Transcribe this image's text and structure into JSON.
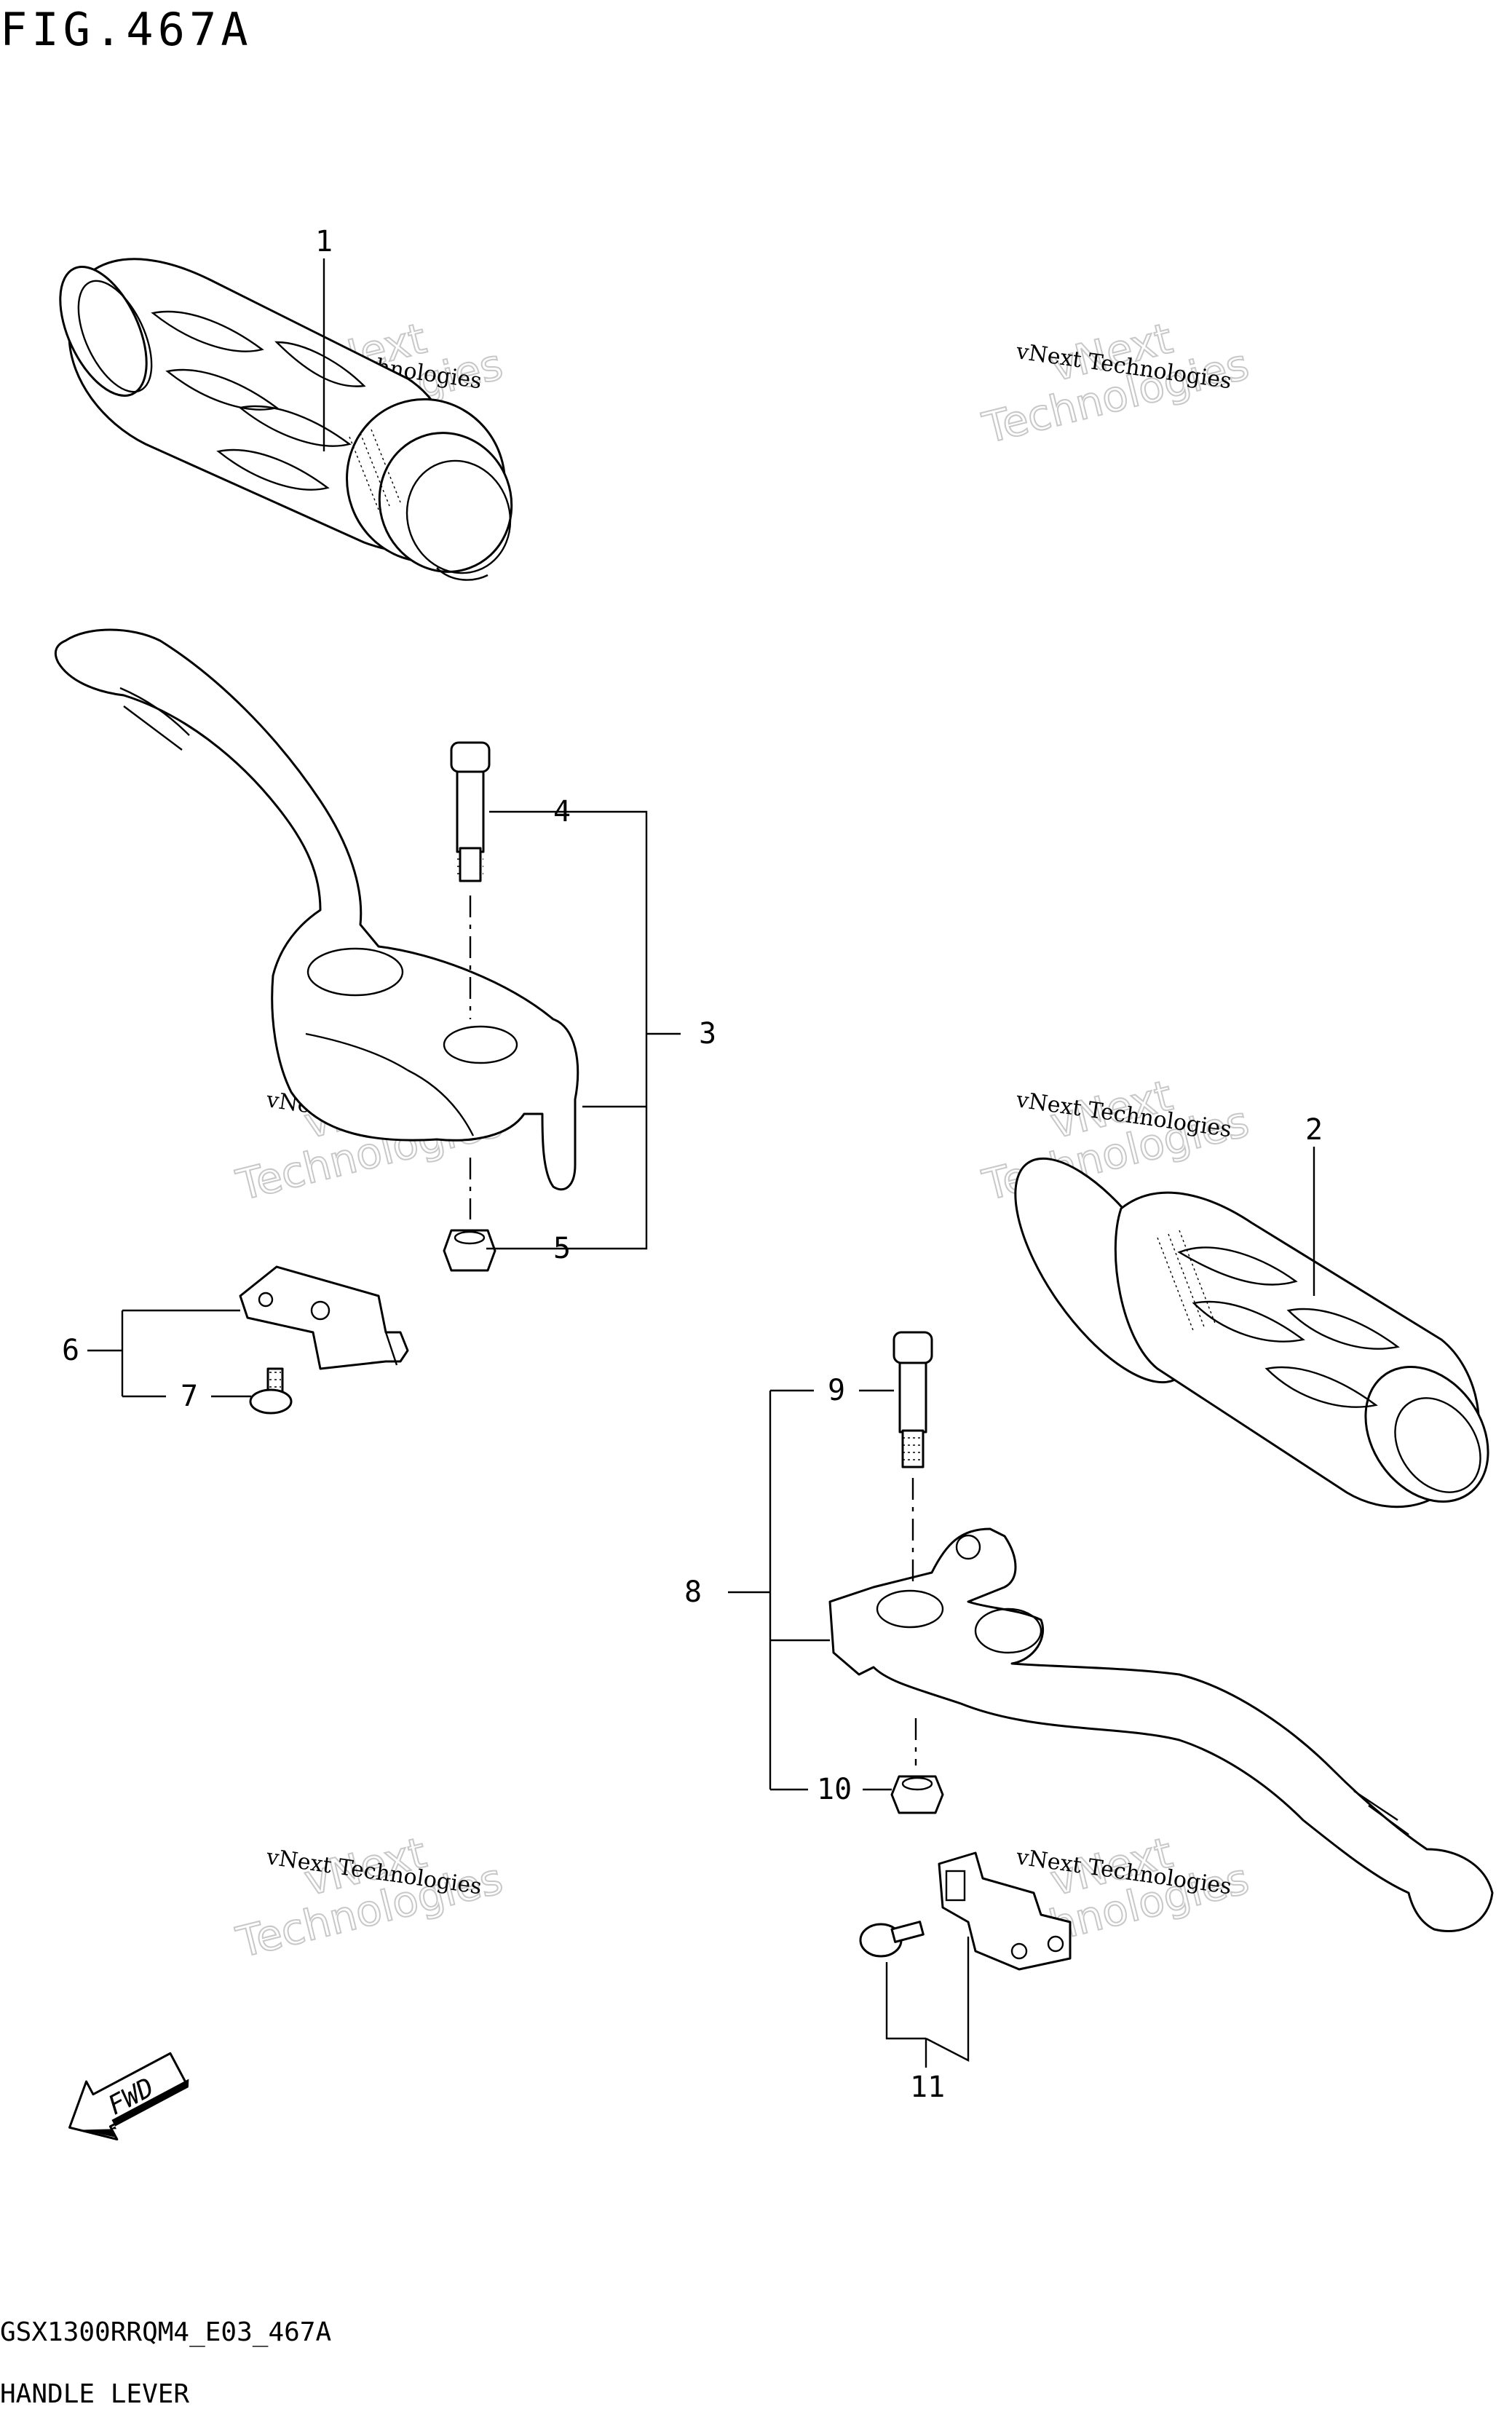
{
  "figure": {
    "title": "FIG.467A",
    "model_code": "GSX1300RRQM4_E03_467A",
    "subtitle": "HANDLE LEVER",
    "fwd_label": "FWD"
  },
  "callouts": {
    "c1": "1",
    "c2": "2",
    "c3": "3",
    "c4": "4",
    "c5": "5",
    "c6": "6",
    "c7": "7",
    "c8": "8",
    "c9": "9",
    "c10": "10",
    "c11": "11"
  },
  "watermark": {
    "small": "vNext Technologies",
    "large_1": "vNext",
    "large_2": "Technologies"
  }
}
